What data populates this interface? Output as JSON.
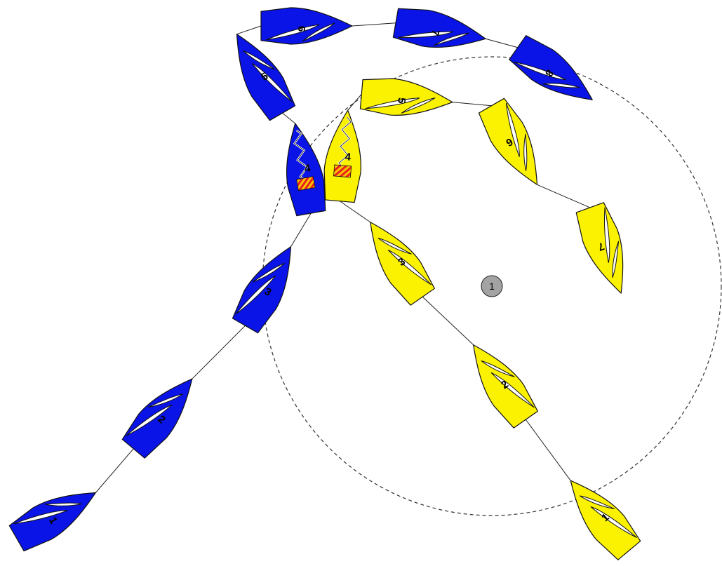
{
  "colors": {
    "blue_boat": "#0a14e6",
    "yellow_boat": "#fbf202",
    "mark_fill": "#a3a3a3",
    "zone_stroke": "#333333",
    "penalty_a": "#e8221b",
    "penalty_b": "#f9c400"
  },
  "mark": {
    "label": "1"
  },
  "zone": {
    "style": "dashed"
  },
  "boats": {
    "blue": {
      "color_key": "blue_boat",
      "positions": [
        {
          "label": "1"
        },
        {
          "label": "2"
        },
        {
          "label": "3"
        },
        {
          "label": "4",
          "penalty_flag": true,
          "sail_luffing": true
        },
        {
          "label": "5"
        },
        {
          "label": "6"
        },
        {
          "label": "7"
        },
        {
          "label": "8"
        }
      ]
    },
    "yellow": {
      "color_key": "yellow_boat",
      "positions": [
        {
          "label": "1"
        },
        {
          "label": "2"
        },
        {
          "label": "3"
        },
        {
          "label": "4",
          "penalty_flag": true,
          "sail_luffing": true
        },
        {
          "label": "5"
        },
        {
          "label": "6"
        },
        {
          "label": "7"
        }
      ]
    }
  }
}
